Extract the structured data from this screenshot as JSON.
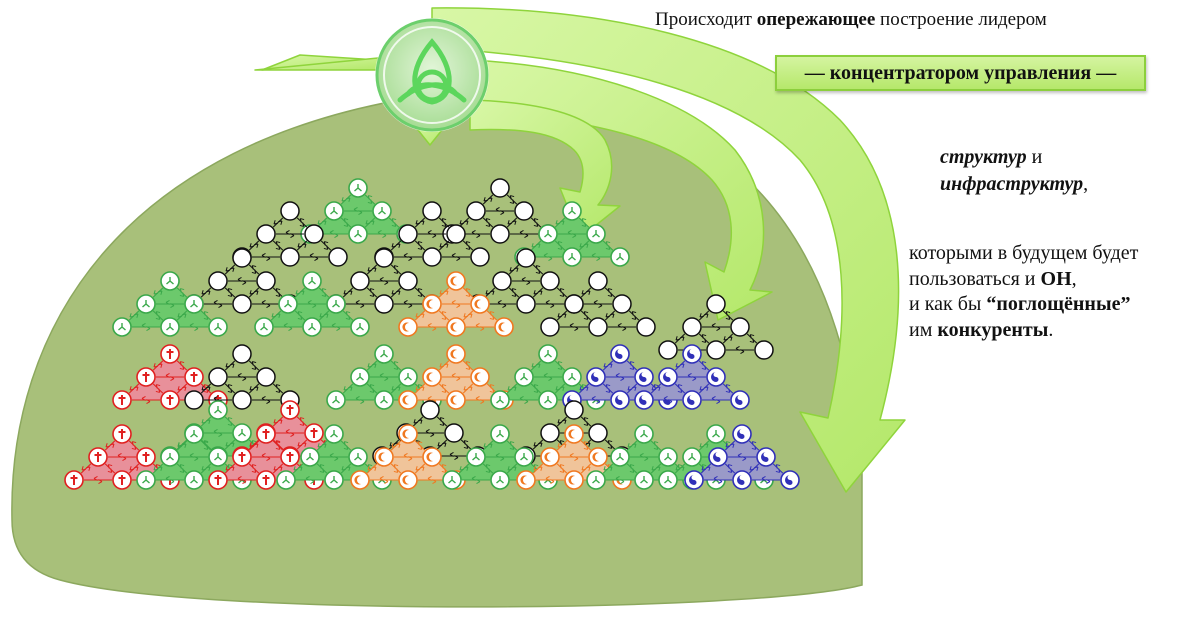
{
  "text": {
    "l1_a": "Происходит ",
    "l1_b": "опережающее",
    "l1_c": " построение лидером",
    "box": "— концентратором управления —",
    "s_a": "структур",
    "s_b": " и",
    "s_c": "инфраструктур",
    "s_d": ",",
    "o_1": "которыми в будущем будет",
    "o_2a": "пользоваться и ",
    "o_2b": "ОН",
    "o_2c": ",",
    "o_3a": "и как бы ",
    "o_3b": "“поглощённые”",
    "o_4a": "им ",
    "o_4b": "конкуренты",
    "o_4c": "."
  },
  "colors": {
    "dome": "#a8c07a",
    "dome_stroke": "#8ca85e",
    "arrow_fill": "#c6f084",
    "arrow_stroke": "#8fd43c",
    "hub_fill": "#b8e3a6",
    "hub_ring": "#6ccf6c",
    "symbol": "#5cd65c",
    "node_black": "#111111",
    "green": "#3aa84a",
    "green_fill": "#6cc96c",
    "red": "#e02020",
    "red_fill": "#e8909a",
    "orange": "#f07820",
    "orange_fill": "#f0c49a",
    "blue": "#3030b8",
    "blue_fill": "#9a9ac8"
  },
  "icons": {
    "hub": "triquetra-icon",
    "green": "triquetra-icon",
    "red": "cross-icon",
    "orange": "crescent-icon",
    "blue": "yin-yang-icon"
  }
}
